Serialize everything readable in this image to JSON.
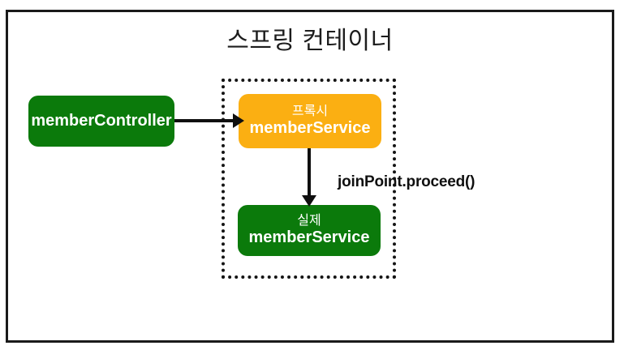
{
  "slide": {
    "title": "스프링 컨테이너",
    "background_color": "#ffffff",
    "frame_border_color": "#1a1a1a"
  },
  "container_region": {
    "name": "spring-container",
    "border_style": "dotted",
    "border_color": "#151515"
  },
  "nodes": [
    {
      "id": "member-controller",
      "sub_label": "",
      "main_label": "memberController",
      "color": "#0b7a0b",
      "text_color": "#ffffff",
      "inside_container": false
    },
    {
      "id": "proxy-member-service",
      "sub_label": "프록시",
      "main_label": "memberService",
      "color": "#fbaf12",
      "text_color": "#ffffff",
      "inside_container": true
    },
    {
      "id": "real-member-service",
      "sub_label": "실제",
      "main_label": "memberService",
      "color": "#0b7a0b",
      "text_color": "#ffffff",
      "inside_container": true
    }
  ],
  "arrows": [
    {
      "id": "controller-to-proxy",
      "from": "member-controller",
      "to": "proxy-member-service",
      "direction": "right",
      "label": "",
      "color": "#0f0f0f"
    },
    {
      "id": "proxy-to-real",
      "from": "proxy-member-service",
      "to": "real-member-service",
      "direction": "down",
      "label": "joinPoint.proceed()",
      "color": "#0f0f0f"
    }
  ],
  "labels": {
    "joinpoint_proceed": "joinPoint.proceed()"
  }
}
